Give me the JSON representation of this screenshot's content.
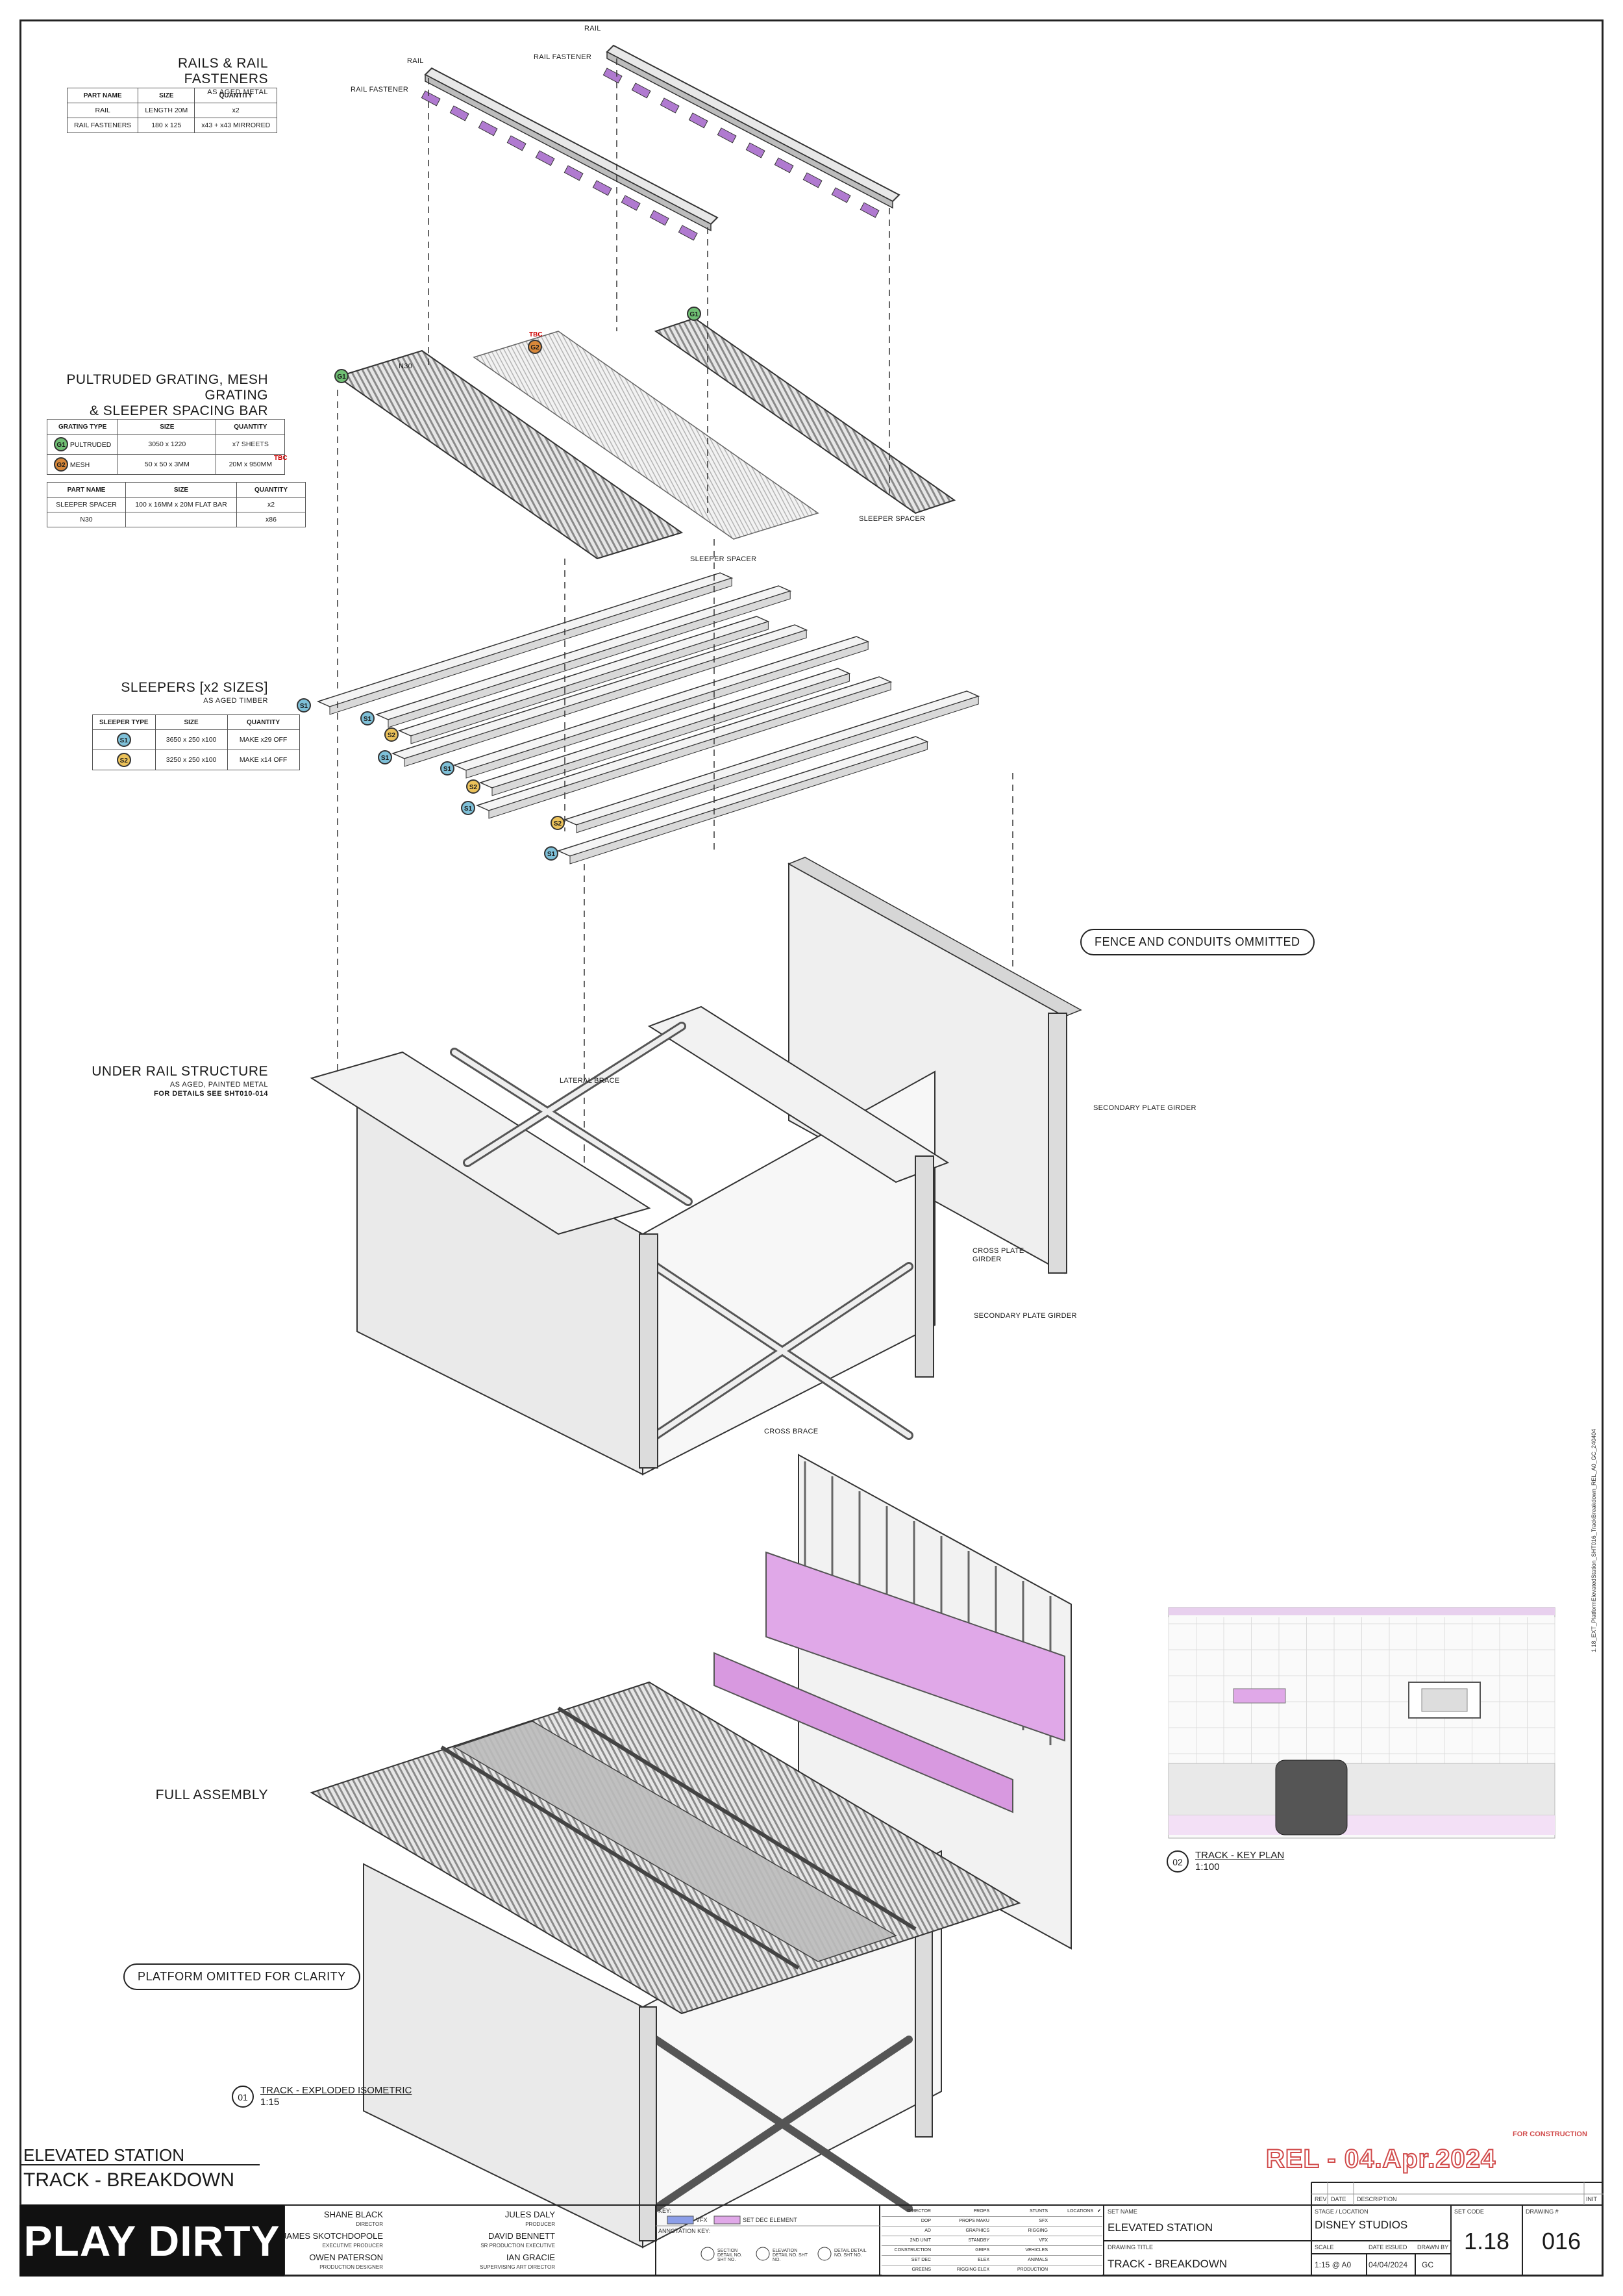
{
  "sections": {
    "rails": {
      "title": "RAILS & RAIL FASTENERS",
      "sub": "AS AGED METAL",
      "headers": [
        "PART NAME",
        "SIZE",
        "QUANTITY"
      ],
      "rows": [
        [
          "RAIL",
          "LENGTH 20M",
          "x2"
        ],
        [
          "RAIL FASTENERS",
          "180 x 125",
          "x43 + x43 MIRRORED"
        ]
      ]
    },
    "grating": {
      "title_l1": "PULTRUDED GRATING, MESH GRATING",
      "title_l2": "& SLEEPER SPACING BAR",
      "headers": [
        "GRATING TYPE",
        "SIZE",
        "QUANTITY"
      ],
      "rows": [
        {
          "tag": "G1",
          "type": "PULTRUDED",
          "size": "3050 x 1220",
          "qty": "x7 SHEETS"
        },
        {
          "tag": "G2",
          "type": "MESH",
          "size": "50 x 50 x 3MM",
          "qty": "20M x 950MM",
          "note": "TBC"
        }
      ],
      "headers2": [
        "PART NAME",
        "SIZE",
        "QUANTITY"
      ],
      "rows2": [
        [
          "SLEEPER SPACER",
          "100 x 16MM x 20M FLAT BAR",
          "x2"
        ],
        [
          "N30",
          "",
          "x86"
        ]
      ]
    },
    "sleepers": {
      "title": "SLEEPERS [x2 SIZES]",
      "sub": "AS AGED TIMBER",
      "headers": [
        "SLEEPER TYPE",
        "SIZE",
        "QUANTITY"
      ],
      "rows": [
        {
          "tag": "S1",
          "size": "3650 x 250 x100",
          "qty": "MAKE x29 OFF"
        },
        {
          "tag": "S2",
          "size": "3250 x 250 x100",
          "qty": "MAKE x14 OFF"
        }
      ]
    },
    "under": {
      "title": "UNDER RAIL STRUCTURE",
      "sub1": "AS AGED, PAINTED METAL",
      "sub2": "FOR DETAILS SEE SHT010-014"
    },
    "full": {
      "title": "FULL ASSEMBLY"
    }
  },
  "labels": {
    "rail_a": "RAIL",
    "rail_b": "RAIL",
    "fastener_a": "RAIL FASTENER",
    "fastener_b": "RAIL FASTENER",
    "n30": "N30",
    "tbc": "TBC",
    "spacer_a": "SLEEPER SPACER",
    "spacer_b": "SLEEPER SPACER",
    "lateral": "LATERAL BRACE",
    "sec_girder_a": "SECONDARY PLATE GIRDER",
    "sec_girder_b": "SECONDARY PLATE GIRDER",
    "cross_plate_1": "CROSS PLATE",
    "cross_plate_2": "GIRDER",
    "cross_brace": "CROSS BRACE",
    "fence_note": "FENCE AND CONDUITS OMMITTED",
    "platform_note": "PLATFORM OMITTED FOR CLARITY"
  },
  "sleeper_tags": [
    "S1",
    "S1",
    "S2",
    "S1",
    "S1",
    "S2",
    "S1",
    "S2",
    "S1"
  ],
  "views": {
    "v1": {
      "num": "01",
      "title": "TRACK - EXPLODED ISOMETRIC",
      "scale": "1:15"
    },
    "v2": {
      "num": "02",
      "title": "TRACK - KEY PLAN",
      "scale": "1:100"
    }
  },
  "release": {
    "for_construction": "FOR CONSTRUCTION",
    "stamp": "REL - 04.Apr.2024",
    "file_code": "1.18_EXT_PlatformElevatedStation_SHT016_TrackBreakdown_REL_A0_GC_240404"
  },
  "title_block": {
    "project": "ELEVATED STATION",
    "drawing": "TRACK - BREAKDOWN",
    "brand": "PLAY DIRTY",
    "credits_left": [
      {
        "name": "SHANE BLACK",
        "role": "DIRECTOR"
      },
      {
        "name": "JAMES SKOTCHDOPOLE",
        "role": "EXECUTIVE PRODUCER"
      },
      {
        "name": "OWEN PATERSON",
        "role": "PRODUCTION DESIGNER"
      }
    ],
    "credits_right": [
      {
        "name": "JULES DALY",
        "role": "PRODUCER"
      },
      {
        "name": "DAVID BENNETT",
        "role": "SR PRODUCTION EXECUTIVE"
      },
      {
        "name": "IAN GRACIE",
        "role": "SUPERVISING ART DIRECTOR"
      }
    ],
    "key_label": "KEY:",
    "key_vfx": "VFX",
    "key_setdec": "SET DEC ELEMENT",
    "annotation_key": "ANNOTATION KEY:",
    "ann_section": "SECTION DETAIL NO. SHT NO.",
    "ann_elevation": "ELEVATION DETAIL NO. SHT NO.",
    "ann_detail": "DETAIL DETAIL NO. SHT NO.",
    "depts": [
      [
        "DIRECTOR",
        "PROPS",
        "STUNTS",
        "LOCATIONS"
      ],
      [
        "DOP",
        "PROPS MAKU",
        "SFX",
        ""
      ],
      [
        "AD",
        "GRAPHICS",
        "RIGGING",
        ""
      ],
      [
        "2ND UNIT",
        "STANDBY",
        "VFX",
        ""
      ],
      [
        "CONSTRUCTION",
        "GRIPS",
        "VEHICLES",
        ""
      ],
      [
        "SET DEC",
        "ELEX",
        "ANIMALS",
        ""
      ],
      [
        "GREENS",
        "RIGGING ELEX",
        "PRODUCTION",
        ""
      ]
    ],
    "set_name_label": "SET NAME",
    "set_name": "ELEVATED STATION",
    "drawing_title_label": "DRAWING TITLE",
    "drawing_title": "TRACK - BREAKDOWN",
    "stage_label": "STAGE / LOCATION",
    "stage": "DISNEY STUDIOS",
    "scale_label": "SCALE",
    "scale": "1:15 @ A0",
    "date_label": "DATE ISSUED",
    "date": "04/04/2024",
    "drawn_label": "DRAWN BY",
    "drawn": "GC",
    "set_code_label": "SET CODE",
    "set_code": "1.18",
    "drawing_no_label": "DRAWING #",
    "drawing_no": "016",
    "rev_label": "REV",
    "rev_date_label": "DATE",
    "desc_label": "DESCRIPTION",
    "init_label": "INIT"
  },
  "colors": {
    "vfx": "#8c9ee8",
    "setdec": "#e0a8e8",
    "fastener": "#b07ad0",
    "g1": "#6fbf73",
    "g2": "#d8883a",
    "s1": "#7ec0d8",
    "s2": "#ecc25a",
    "release": "#d14b4b"
  }
}
